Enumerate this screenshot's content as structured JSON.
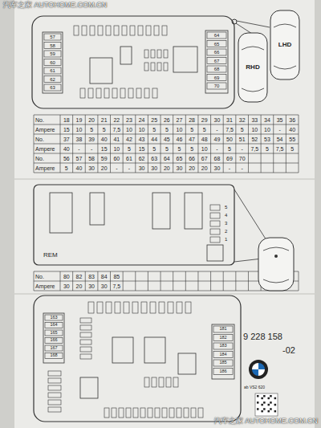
{
  "diagram": {
    "nodes": [
      {
        "text": [
          "LHD"
        ]
      },
      {
        "text": [
          "RHD"
        ]
      }
    ],
    "labels": [
      "汽车之家 AUTOHOME.COM.CN",
      "57",
      "58",
      "59",
      "60",
      "61",
      "62",
      "63",
      "64",
      "65",
      "66",
      "67",
      "68",
      "69",
      "70",
      "No.",
      "18",
      "19",
      "20",
      "21",
      "22",
      "23",
      "24",
      "25",
      "26",
      "27",
      "28",
      "29",
      "30",
      "31",
      "32",
      "33",
      "34",
      "35",
      "36",
      "Ampere",
      "15",
      "10",
      "5",
      "5",
      "7,5",
      "10",
      "10",
      "5",
      "5",
      "10",
      "5",
      "5",
      "-",
      "7,5",
      "5",
      "10",
      "10",
      "-",
      "40",
      "No.",
      "37",
      "38",
      "39",
      "40",
      "41",
      "42",
      "43",
      "44",
      "45",
      "46",
      "47",
      "48",
      "49",
      "50",
      "51",
      "52",
      "53",
      "54",
      "55",
      "Ampere",
      "40",
      "-",
      "-",
      "15",
      "10",
      "5",
      "15",
      "5",
      "5",
      "5",
      "5",
      "10",
      "-",
      "5",
      "-",
      "7,5",
      "5",
      "7,5",
      "5",
      "No.",
      "56",
      "57",
      "58",
      "59",
      "60",
      "61",
      "62",
      "63",
      "64",
      "65",
      "66",
      "67",
      "68",
      "69",
      "70",
      "Ampere",
      "5",
      "40",
      "30",
      "20",
      "-",
      "-",
      "30",
      "30",
      "20",
      "30",
      "20",
      "20",
      "30",
      "-",
      "-",
      "REM",
      "5",
      "4",
      "3",
      "2",
      "1",
      "No.",
      "80",
      "82",
      "83",
      "84",
      "85",
      "Ampere",
      "30",
      "20",
      "30",
      "30",
      "7,5",
      "163",
      "164",
      "165",
      "166",
      "167",
      "168",
      "181",
      "182",
      "183",
      "184",
      "185",
      "186",
      "9 228 158",
      "-02",
      "ab VS2 620",
      "汽车之家 AUTOHOME.COM.CN"
    ]
  }
}
